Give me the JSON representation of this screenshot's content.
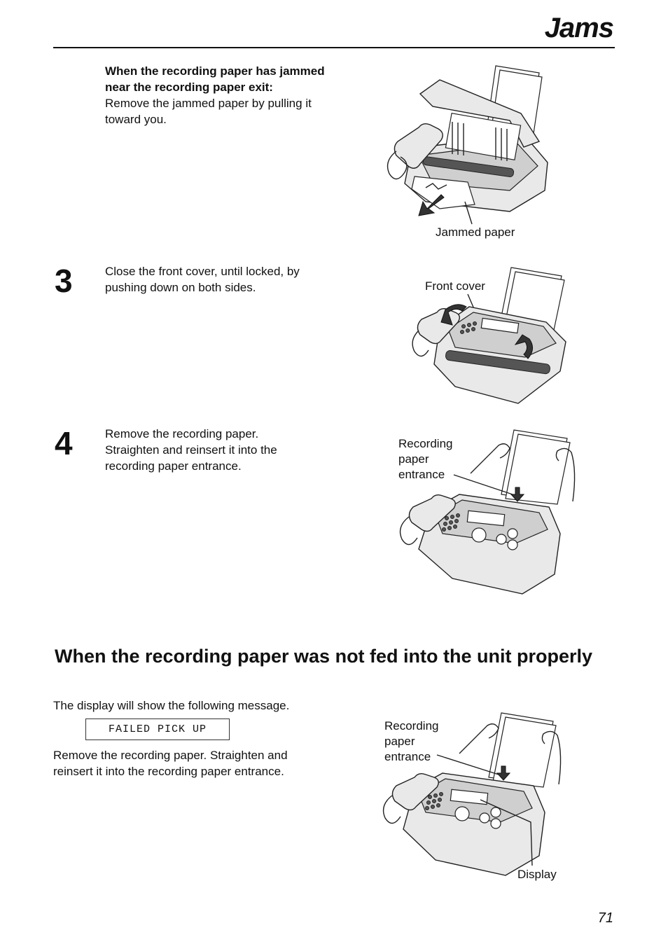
{
  "header": {
    "title": "Jams"
  },
  "step_exit": {
    "heading_line1": "When the recording paper has jammed",
    "heading_line2": "near the recording paper exit:",
    "body_line1": "Remove the jammed paper by pulling it",
    "body_line2": "toward you.",
    "callout": "Jammed paper"
  },
  "step3": {
    "number": "3",
    "line1": "Close the front cover, until locked, by",
    "line2": "pushing down on both sides.",
    "callout": "Front cover"
  },
  "step4": {
    "number": "4",
    "line1": "Remove the recording paper.",
    "line2": "Straighten and reinsert it into the",
    "line3": "recording paper entrance.",
    "callout_line1": "Recording",
    "callout_line2": "paper",
    "callout_line3": "entrance"
  },
  "section": {
    "heading": "When the recording paper was not fed into the unit properly",
    "intro": "The display will show the following message.",
    "display_message": "FAILED PICK UP",
    "body_line1": "Remove the recording paper. Straighten and",
    "body_line2": "reinsert it into the recording paper entrance.",
    "callout_line1": "Recording",
    "callout_line2": "paper",
    "callout_line3": "entrance",
    "display_callout": "Display"
  },
  "footer": {
    "page_number": "71"
  }
}
